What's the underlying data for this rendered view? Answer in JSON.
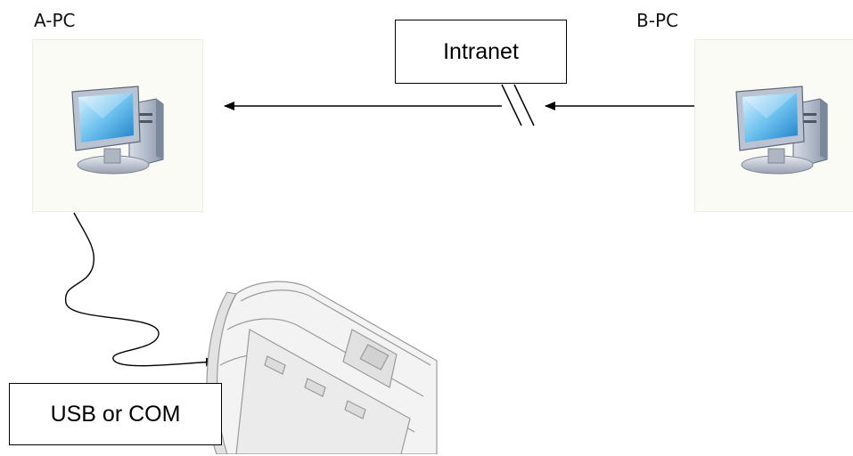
{
  "pc_a": {
    "label": "A-PC"
  },
  "pc_b": {
    "label": "B-PC"
  },
  "network": {
    "label": "Intranet"
  },
  "connection": {
    "label": "USB or COM"
  },
  "icons": [
    "computer-icon",
    "cutting-plotter-icon"
  ]
}
